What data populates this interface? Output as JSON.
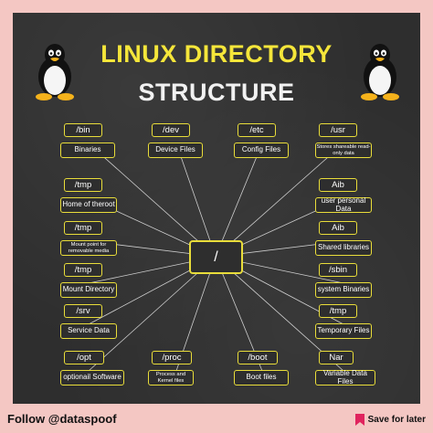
{
  "title_line1": "LINUX DIRECTORY",
  "title_line2": "STRUCTURE",
  "root_label": "/",
  "footer": {
    "follow": "Follow @dataspoof",
    "save": "Save for later"
  },
  "colors": {
    "accent": "#e9dd3a",
    "board": "#2e2e2e",
    "frame": "#f4c7c3"
  },
  "icons": [
    "penguin-icon",
    "bookmark-icon"
  ],
  "nodes": [
    {
      "path": "/bin",
      "desc": "Binaries"
    },
    {
      "path": "/dev",
      "desc": "Device Files"
    },
    {
      "path": "/etc",
      "desc": "Config Files"
    },
    {
      "path": "/usr",
      "desc": "Stores shareable read-only data"
    },
    {
      "path": "/tmp",
      "desc": "Home of theroot"
    },
    {
      "path": "Aib",
      "desc": "user personal Data"
    },
    {
      "path": "/tmp",
      "desc": "Mount point for removable media"
    },
    {
      "path": "Aib",
      "desc": "Shared libraries"
    },
    {
      "path": "/tmp",
      "desc": "Mount Directory"
    },
    {
      "path": "/sbin",
      "desc": "system Binaries"
    },
    {
      "path": "/srv",
      "desc": "Service Data"
    },
    {
      "path": "/tmp",
      "desc": "Temporary Files"
    },
    {
      "path": "/opt",
      "desc": "optionail Software"
    },
    {
      "path": "/proc",
      "desc": "Process and Kernel files"
    },
    {
      "path": "/boot",
      "desc": "Boot files"
    },
    {
      "path": "Nar",
      "desc": "Variable Data Files"
    }
  ]
}
